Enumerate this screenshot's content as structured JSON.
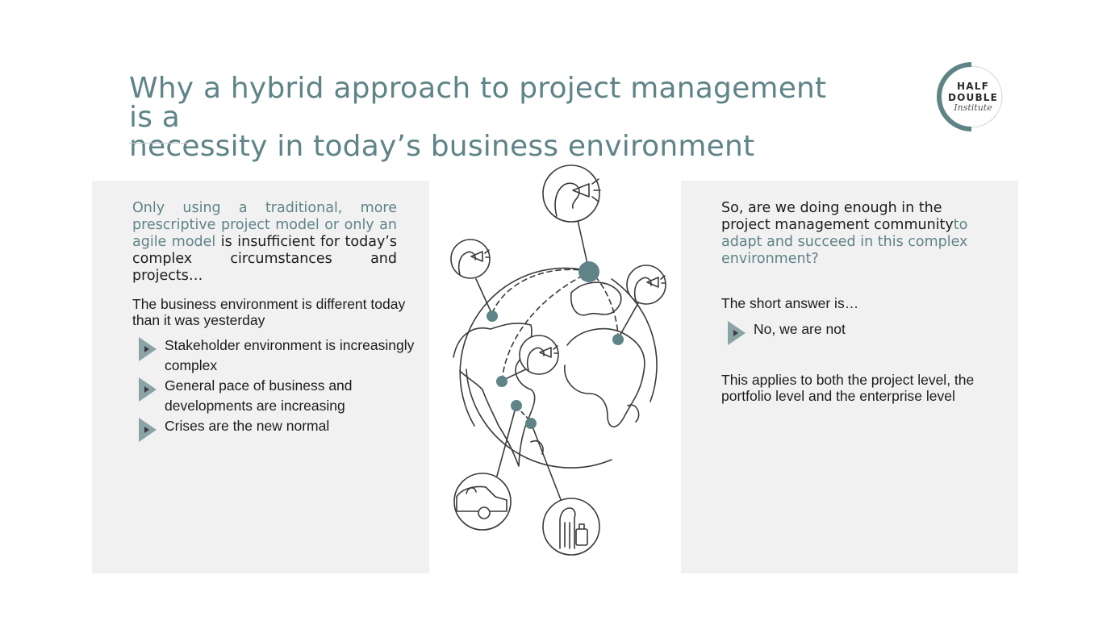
{
  "slide": {
    "title_line1": "Why a hybrid approach to project management is a",
    "title_line2": "necessity in today’s business environment"
  },
  "logo": {
    "line1": "HALF",
    "line2": "DOUBLE",
    "line3": "Institute"
  },
  "left_panel": {
    "intro_accent": "Only using a traditional, more prescriptive project model or only an agile model",
    "intro_rest": " is insufficient for today’s complex circumstances and projects…",
    "subheading_line1": "The business environment is different today",
    "subheading_line2": "than it was yesterday",
    "bullets": [
      {
        "line1": "Stakeholder environment is increasingly",
        "line2": "complex"
      },
      {
        "line1": "General pace of business and",
        "line2": "developments are increasing"
      },
      {
        "line1": "Crises are the new normal",
        "line2": ""
      }
    ]
  },
  "right_panel": {
    "intro_dark": "So, are we doing enough in the project management community",
    "intro_accent": "to adapt and succeed in this complex environment?",
    "short_answer_label": "The short answer is…",
    "answer_bullet": "No, we are not",
    "applies_line1": "This applies to both the project level, the",
    "applies_line2": "portfolio level and the enterprise level"
  },
  "colors": {
    "accent": "#5f8488",
    "panel_bg": "#f1f1f1",
    "text": "#1c1c1c",
    "arrow": "#8aa3a6"
  },
  "illustration": {
    "icons": [
      "megaphone-person-icon",
      "megaphone-person-icon",
      "megaphone-person-icon",
      "megaphone-person-icon",
      "car-icon",
      "traveler-luggage-icon",
      "globe-icon"
    ]
  }
}
